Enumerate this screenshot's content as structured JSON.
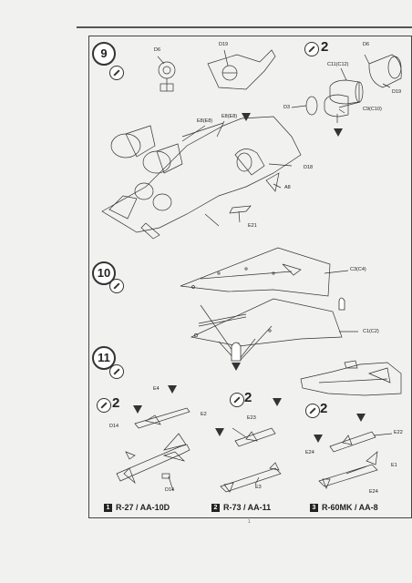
{
  "steps": [
    {
      "number": "9",
      "qty": "2"
    },
    {
      "number": "10"
    },
    {
      "number": "11",
      "qty_a": "2",
      "qty_b": "2",
      "qty_c": "2"
    }
  ],
  "labels": {
    "d6_top": "D6",
    "d19_top": "D19",
    "d6_right": "D6",
    "c11": "C11(C12)",
    "d19_right": "D19",
    "d3": "D3",
    "c9": "C9(C10)",
    "e8_left": "E8(E8)",
    "e8_right": "E8(E8)",
    "d18": "D18",
    "a8": "A8",
    "e21": "E21",
    "c3": "C3(C4)",
    "c1": "C1(C2)",
    "e4": "E4",
    "e2": "E2",
    "d14_a": "D14",
    "d14_b": "D14",
    "e23": "E23",
    "e3": "E3",
    "e22": "E22",
    "e24_a": "E24",
    "e1": "E1",
    "e24_b": "E24"
  },
  "captions": [
    {
      "num": "1",
      "text": "R-27 / AA-10D"
    },
    {
      "num": "2",
      "text": "R-73 / AA-11"
    },
    {
      "num": "3",
      "text": "R-60MK / AA-8"
    }
  ],
  "page_number": "1"
}
